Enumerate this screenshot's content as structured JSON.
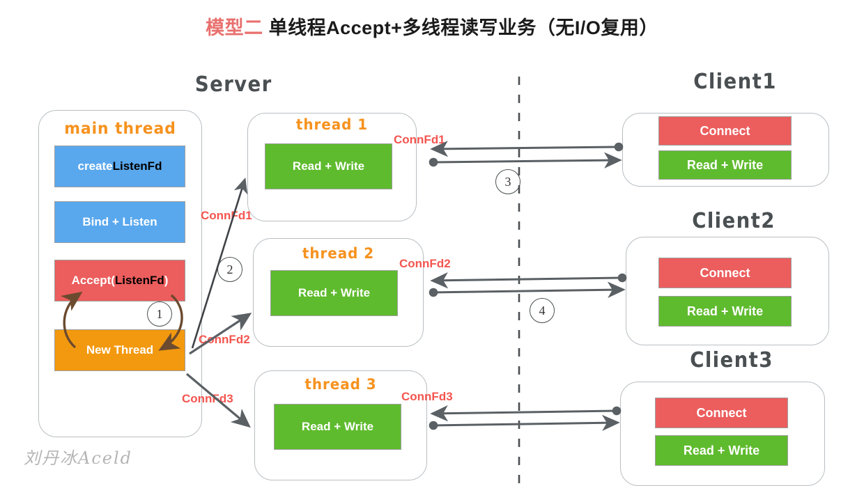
{
  "title": {
    "accent": "模型二",
    "rest": " 单线程Accept+多线程读写业务（无I/O复用）",
    "accent_color": "#e8706e"
  },
  "sections": {
    "server_label": "Server",
    "client_divider": "dashed-vertical-divider"
  },
  "server": {
    "main_thread": {
      "title": "main thread",
      "steps": [
        {
          "label_plain": "create ",
          "label_bold": "ListenFd",
          "color": "#59a8ee"
        },
        {
          "label_plain": "Bind + Listen",
          "label_bold": "",
          "color": "#59a8ee"
        },
        {
          "label_plain": "Accept(",
          "label_bold": "ListenFd",
          "label_tail": ")",
          "color": "#ec5d5d"
        },
        {
          "label_plain": "New Thread",
          "label_bold": "",
          "color": "#f3990f"
        }
      ],
      "loop_marker": "1"
    },
    "threads": [
      {
        "title": "thread 1",
        "work": "Read + Write",
        "fd_in": "ConnFd1",
        "fd_out": "ConnFd1"
      },
      {
        "title": "thread 2",
        "work": "Read + Write",
        "fd_in": "ConnFd2",
        "fd_out": "ConnFd2"
      },
      {
        "title": "thread 3",
        "work": "Read + Write",
        "fd_in": "ConnFd3",
        "fd_out": "ConnFd3"
      }
    ],
    "spawn_marker": "2"
  },
  "clients": [
    {
      "title": "Client1",
      "connect": "Connect",
      "work": "Read + Write",
      "marker": "3"
    },
    {
      "title": "Client2",
      "connect": "Connect",
      "work": "Read + Write",
      "marker": "4"
    },
    {
      "title": "Client3",
      "connect": "Connect",
      "work": "Read + Write",
      "marker": ""
    }
  ],
  "colors": {
    "blue": "#59a8ee",
    "red": "#ec5d5d",
    "orange": "#f3990f",
    "green": "#5fbb2e",
    "fd_red": "#f4554f",
    "title_orange": "#F6921E",
    "stroke_gray": "#5a6064"
  },
  "watermark": "刘丹冰Aceld"
}
